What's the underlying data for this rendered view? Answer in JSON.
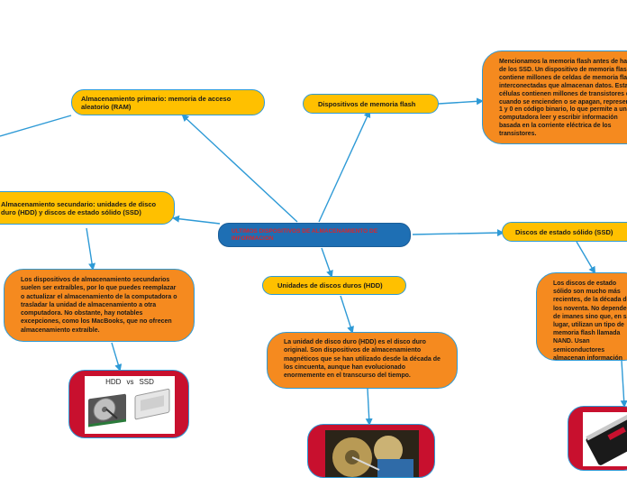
{
  "map": {
    "central": "ULTIMOS DISPOSITIVOS DE ALMACENAMIENTO DE INFORMACION",
    "primary": "Almacenamiento primario: memoria de acceso aleatorio (RAM)",
    "flash": "Dispositivos de memoria flash",
    "flash_note": "Mencionamos la memoria flash antes de hablar de los SSD. Un dispositivo de memoria flash contiene millones de celdas de memoria flash interconectadas que almacenan datos. Estas células contienen millones de transistores que, cuando se encienden o se apagan, representan 1 y 0 en código binario, lo que permite a una computadora leer y escribir información basada en la corriente eléctrica de los transistores.",
    "secondary": "Almacenamiento secundario: unidades de disco duro (HDD) y discos de estado sólido (SSD)",
    "secondary_note": "Los dispositivos de almacenamiento secundarios suelen ser extraíbles, por lo que puedes reemplazar o actualizar el almacenamiento de la computadora o trasladar la unidad de almacenamiento a otra computadora. No obstante, hay notables excepciones, como los MacBooks, que no ofrecen almacenamiento extraíble.",
    "hdd": "Unidades de discos duros (HDD)",
    "hdd_note": "La unidad de disco duro (HDD) es el disco duro original. Son dispositivos de almacenamiento magnéticos que se han utilizado desde la década de los cincuenta, aunque han evolucionado enormemente en el transcurso del tiempo.",
    "ssd": "Discos de estado sólido (SSD)",
    "ssd_note": "Los discos de estado sólido son mucho más recientes, de la década de los noventa. No dependen de imanes sino que, en su lugar, utilizan un tipo de memoria flash llamada NAND. Usan semiconductores almacenan información cambiando la corriente eléctrica de los circuitos dentro de la unidad.",
    "img_hdd_vs_ssd": {
      "label_hdd": "HDD",
      "label_vs": "vs",
      "label_ssd": "SSD"
    }
  },
  "colors": {
    "topic_fill": "#ffc000",
    "note_fill": "#f58a1f",
    "center_fill": "#1e6fb4",
    "center_text": "#d9262b",
    "connector": "#2e9ad6",
    "image_frame": "#c8102e"
  },
  "icons": [
    "hdd-vs-ssd-photo",
    "hard-disk-photo",
    "ssd-drive-photo"
  ]
}
